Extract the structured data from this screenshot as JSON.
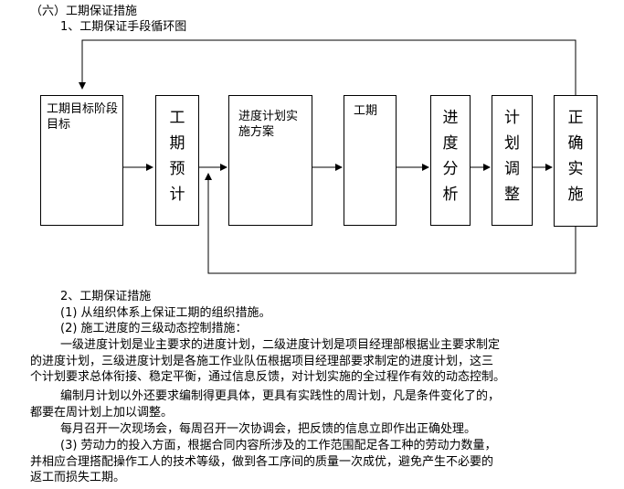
{
  "heading": "（六）工期保证措施",
  "section1": "1、工期保证手段循环图",
  "diagram": {
    "box1": "工期目标阶段目标",
    "box2": "工期预计",
    "box3": "进度计划实施方案",
    "box4": "工期",
    "box5": "进度分析",
    "box6": "计划调整",
    "box7": "正确实施"
  },
  "section2": "2、工期保证措施",
  "item1": "(1) 从组织体系上保证工期的组织措施。",
  "item2": "(2) 施工进度的三级动态控制措施：",
  "para1": {
    "l1": "一级进度计划是业主要求的进度计划，二级进度计划是项目经理部根据业主要求制定",
    "l2": "的进度计划，三级进度计划是各施工作业队伍根据项目经理部要求制定的进度计划，这三",
    "l3": "个计划要求总体衔接、稳定平衡，通过信息反馈，对计划实施的全过程作有效的动态控制。"
  },
  "para2": {
    "l1": "编制月计划以外还要求编制得更具体，更具有实践性的周计划，凡是条件变化了的，",
    "l2": "都要在周计划上加以调整。"
  },
  "para3": "每月召开一次现场会，每周召开一次协调会，把反馈的信息立即作出正确处理。",
  "para4": {
    "l1": "(3) 劳动力的投入方面，根据合同内容所涉及的工作范围配足各工种的劳动力数量，",
    "l2": "并相应合理搭配操作工人的技术等级，做到各工序间的质量一次成优，避免产生不必要的",
    "l3": "返工而损失工期。"
  }
}
